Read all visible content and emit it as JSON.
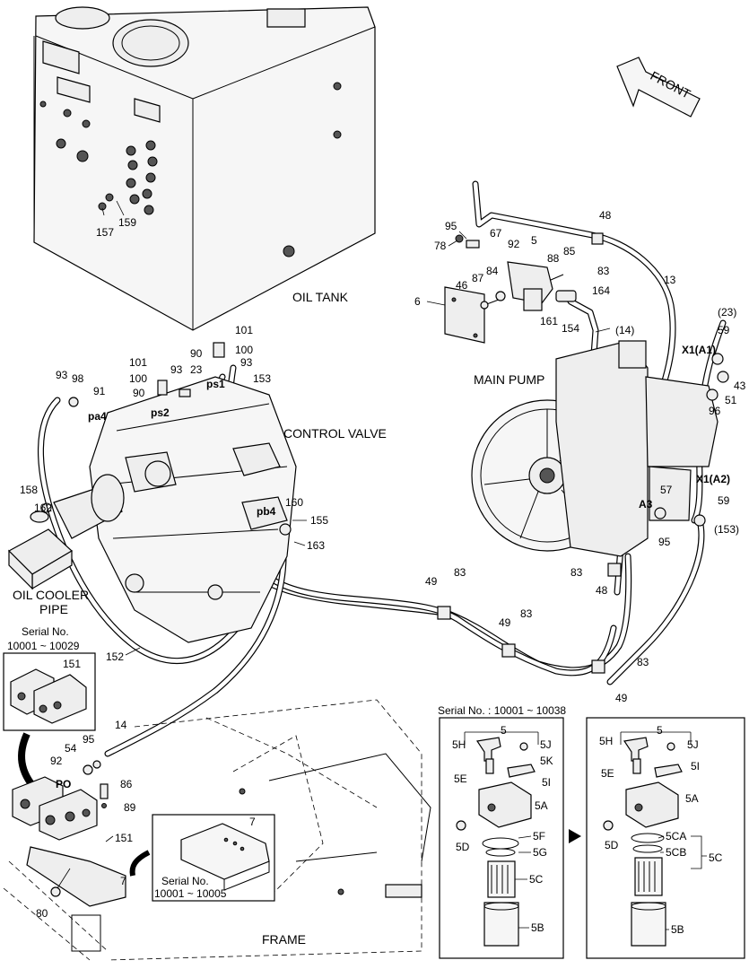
{
  "assembly_names": {
    "oil_tank": "OIL TANK",
    "control_valve": "CONTROL VALVE",
    "main_pump": "MAIN PUMP",
    "oil_cooler_pipe_1": "OIL COOLER",
    "oil_cooler_pipe_2": "PIPE",
    "frame": "FRAME",
    "front": "FRONT"
  },
  "port_labels": {
    "ps1": "ps1",
    "ps2": "ps2",
    "pa4": "pa4",
    "pb4": "pb4",
    "x1a1": "X1(A1)",
    "x1a2": "X1(A2)",
    "a3": "A3",
    "po": "PO"
  },
  "serial_notes": {
    "left_box_1": "Serial No.",
    "left_box_2": "10001 ~ 10029",
    "bracket_box_1": "Serial No.",
    "bracket_box_2": "10001 ~ 10005",
    "filter_box": "Serial No. : 10001 ~ 10038"
  },
  "callouts": {
    "c157": "157",
    "c159": "159",
    "c95a": "95",
    "c78": "78",
    "c67": "67",
    "c92a": "92",
    "c5": "5",
    "c85": "85",
    "c48a": "48",
    "c83a": "83",
    "c88": "88",
    "c84": "84",
    "c87": "87",
    "c46": "46",
    "c6": "6",
    "c161": "161",
    "c154": "154",
    "c164": "164",
    "c14a": "(14)",
    "c13": "13",
    "c23a": "(23)",
    "c59a": "59",
    "c43": "43",
    "c51": "51",
    "c96": "96",
    "c59b": "59",
    "c57": "57",
    "c95b": "95",
    "c153a": "(153)",
    "c83b": "83",
    "c48b": "48",
    "c101a": "101",
    "c100a": "100",
    "c90a": "90",
    "c93a": "93",
    "c153b": "153",
    "c101b": "101",
    "c93b": "93",
    "c100b": "100",
    "c23b": "23",
    "c90b": "90",
    "c93c": "93",
    "c98": "98",
    "c91": "91",
    "c158": "158",
    "c162": "162",
    "c160": "160",
    "c155": "155",
    "c163": "163",
    "c49a": "49",
    "c83c": "83",
    "c49b": "49",
    "c83d": "83",
    "c83e": "83",
    "c49c": "49",
    "c152": "152",
    "c151a": "151",
    "c14b": "14",
    "c95c": "95",
    "c54": "54",
    "c92b": "92",
    "c86": "86",
    "c89": "89",
    "c151b": "151",
    "c7a": "7",
    "c7b": "7",
    "c80": "80",
    "f5": "5",
    "f5H": "5H",
    "f5J": "5J",
    "f5K": "5K",
    "f5E": "5E",
    "f5I": "5I",
    "f5A": "5A",
    "f5D": "5D",
    "f5F": "5F",
    "f5G": "5G",
    "f5C": "5C",
    "f5B": "5B",
    "g5": "5",
    "g5H": "5H",
    "g5J": "5J",
    "g5E": "5E",
    "g5I": "5I",
    "g5A": "5A",
    "g5D": "5D",
    "g5CA": "5CA",
    "g5CB": "5CB",
    "g5C": "5C",
    "g5B": "5B"
  }
}
